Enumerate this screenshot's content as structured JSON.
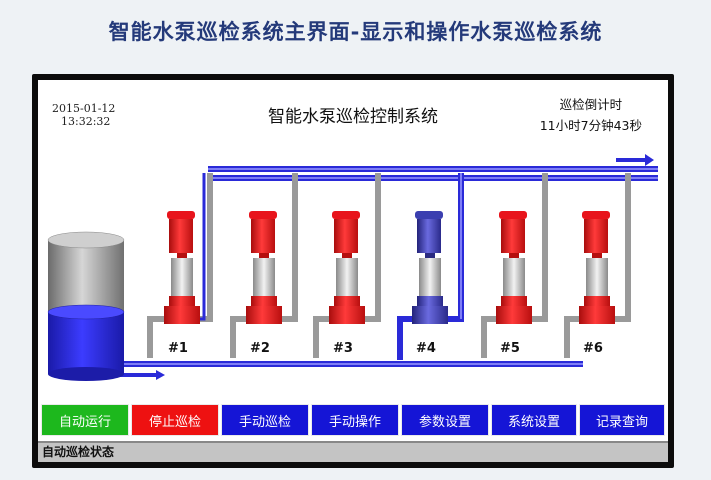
{
  "page_title": "智能水泵巡检系统主界面-显示和操作水泵巡检系统",
  "header": {
    "date": "2015-01-12",
    "time": "13:32:32",
    "system_title": "智能水泵巡检控制系统",
    "countdown_label": "巡检倒计时",
    "countdown_value": "11小时7分钟43秒"
  },
  "pumps": [
    {
      "label": "#1",
      "status": "stopped",
      "color": "#e8141c"
    },
    {
      "label": "#2",
      "status": "stopped",
      "color": "#e8141c"
    },
    {
      "label": "#3",
      "status": "stopped",
      "color": "#e8141c"
    },
    {
      "label": "#4",
      "status": "inspecting",
      "color": "#3b3fb0"
    },
    {
      "label": "#5",
      "status": "stopped",
      "color": "#e8141c"
    },
    {
      "label": "#6",
      "status": "stopped",
      "color": "#e8141c"
    }
  ],
  "buttons": [
    {
      "label": "自动运行",
      "color": "#1db81d"
    },
    {
      "label": "停止巡检",
      "color": "#ee1111"
    },
    {
      "label": "手动巡检",
      "color": "#1515d6"
    },
    {
      "label": "手动操作",
      "color": "#1515d6"
    },
    {
      "label": "参数设置",
      "color": "#1515d6"
    },
    {
      "label": "系统设置",
      "color": "#1515d6"
    },
    {
      "label": "记录查询",
      "color": "#1515d6"
    }
  ],
  "status_bar": {
    "text": "自动巡检状态"
  },
  "colors": {
    "pipe_blue": "#2a2ad8",
    "pipe_gray": "#9a9a9a",
    "title": "#243a7a"
  }
}
